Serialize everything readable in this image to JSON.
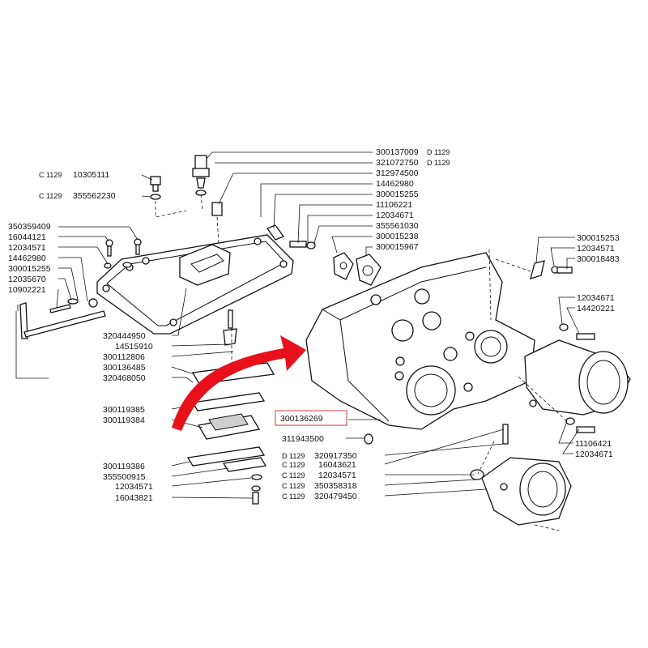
{
  "labels": {
    "p300137009": "300137009",
    "p321072750": "321072750",
    "p312974500": "312974500",
    "p14462980a": "14462980",
    "p300015255a": "300015255",
    "p11106221": "11106221",
    "p12034671a": "12034671",
    "p355561030": "355561030",
    "p300015238": "300015238",
    "p300015967": "300015967",
    "p10305111": "10305111",
    "p355562230": "355562230",
    "p350359409": "350359409",
    "p16044121": "16044121",
    "p12034571a": "12034571",
    "p14462980b": "14462980",
    "p300015255b": "300015255",
    "p12035670": "12035670",
    "p10902221": "10902221",
    "p320444950": "320444950",
    "p14515910": "14515910",
    "p300112806": "300112806",
    "p300136485": "300136485",
    "p320468050": "320468050",
    "p300119385": "300119385",
    "p300119384": "300119384",
    "p300136269": "300136269",
    "p311943500": "311943500",
    "p300119386": "300119386",
    "p355500915": "355500915",
    "p12034571b": "12034571",
    "p16043821": "16043821",
    "p320917350": "320917350",
    "p16043621": "16043621",
    "p12034571c": "12034571",
    "p350358318": "350358318",
    "p320479450": "320479450",
    "p300015253": "300015253",
    "p12034571d": "12034571",
    "p300018483": "300018483",
    "p12034671b": "12034671",
    "p14420221": "14420221",
    "p11106421": "11106421",
    "p12034671c": "12034671"
  },
  "prefixes": {
    "d1129a": "D  1129",
    "d1129b": "D  1129",
    "c1129a": "C  1129",
    "c1129b": "C  1129",
    "d1129c": "D  1129",
    "c1129c": "C  1129",
    "c1129d": "C  1129",
    "c1129e": "C  1129",
    "c1129f": "C  1129"
  },
  "colors": {
    "arrow": "#e8101a",
    "highlight_box": "#d43a3a",
    "line": "#111111",
    "background": "#ffffff"
  }
}
